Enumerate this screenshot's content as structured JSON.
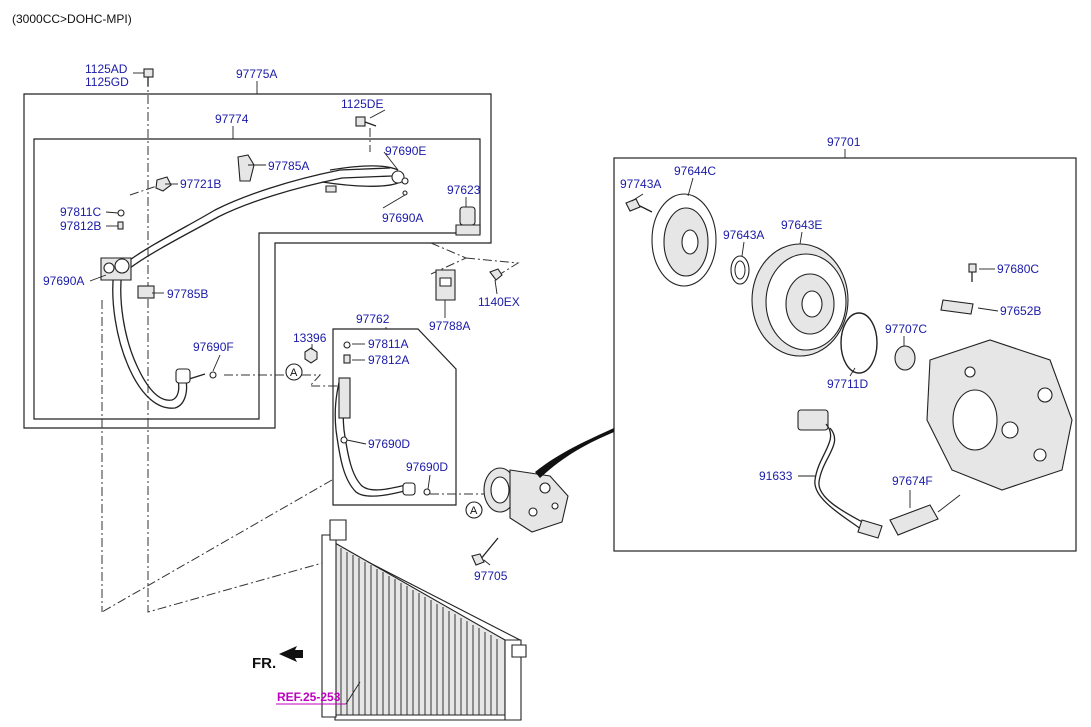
{
  "engine_spec": "(3000CC>DOHC-MPI)",
  "front_indicator": "FR.",
  "reference_link": "REF.25-253",
  "connector_marker": "A",
  "labels": {
    "p1125AD": "1125AD",
    "p1125GD": "1125GD",
    "p97775A": "97775A",
    "p1125DE": "1125DE",
    "p97774": "97774",
    "p97785A": "97785A",
    "p97690E": "97690E",
    "p97721B": "97721B",
    "p97690A_top": "97690A",
    "p97623": "97623",
    "p97811C": "97811C",
    "p97812B": "97812B",
    "p97690A_left": "97690A",
    "p97785B": "97785B",
    "p97788A": "97788A",
    "p1140EX": "1140EX",
    "p97762": "97762",
    "p13396": "13396",
    "p97811A": "97811A",
    "p97812A": "97812A",
    "p97690F": "97690F",
    "p97690D_1": "97690D",
    "p97690D_2": "97690D",
    "p97705": "97705",
    "p97701": "97701",
    "p97743A": "97743A",
    "p97644C": "97644C",
    "p97643A": "97643A",
    "p97643E": "97643E",
    "p97680C": "97680C",
    "p97652B": "97652B",
    "p97707C": "97707C",
    "p97711D": "97711D",
    "p91633": "91633",
    "p97674F": "97674F"
  },
  "colors": {
    "label": "#1a1aa8",
    "reference": "#c000c0",
    "line": "#222222"
  }
}
